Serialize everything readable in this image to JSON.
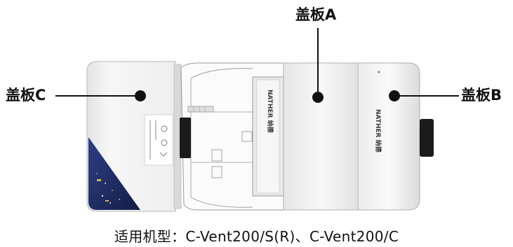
{
  "labels": {
    "cover_a": "盖板A",
    "cover_b": "盖板B",
    "cover_c": "盖板C"
  },
  "device_marks": {
    "brand_vertical": "NATHER 纳德",
    "brand_cover_b": "NATHER 纳德"
  },
  "caption": "适用机型：C-Vent200/S(R)、C-Vent200/C",
  "colors": {
    "ink": "#111111",
    "panel_light": "#f3f3f3",
    "panel_shade": "#d6d6d6",
    "port_dark": "#1b1b1b",
    "sticker_blue": "#23346f"
  }
}
